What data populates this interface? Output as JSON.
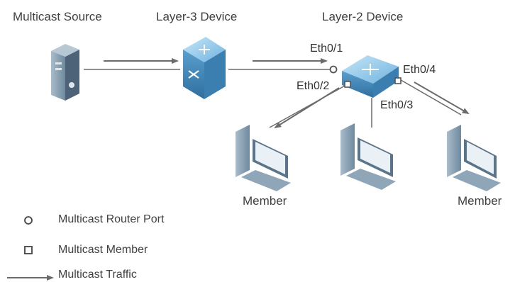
{
  "labels": {
    "multicast_source": "Multicast Source",
    "layer3_device": "Layer-3 Device",
    "layer2_device": "Layer-2 Device",
    "member_left": "Member",
    "member_right": "Member"
  },
  "ports": {
    "eth0_1": "Eth0/1",
    "eth0_2": "Eth0/2",
    "eth0_3": "Eth0/3",
    "eth0_4": "Eth0/4"
  },
  "legend": {
    "router_port": "Multicast Router Port",
    "member": "Multicast Member",
    "traffic": "Multicast Traffic"
  },
  "colors": {
    "line": "#6b6b6b",
    "device_top": "#8fc7e8",
    "device_side": "#4f8fbd",
    "server_body": "#7f96ab",
    "pc_body": "#8ea6ba"
  }
}
